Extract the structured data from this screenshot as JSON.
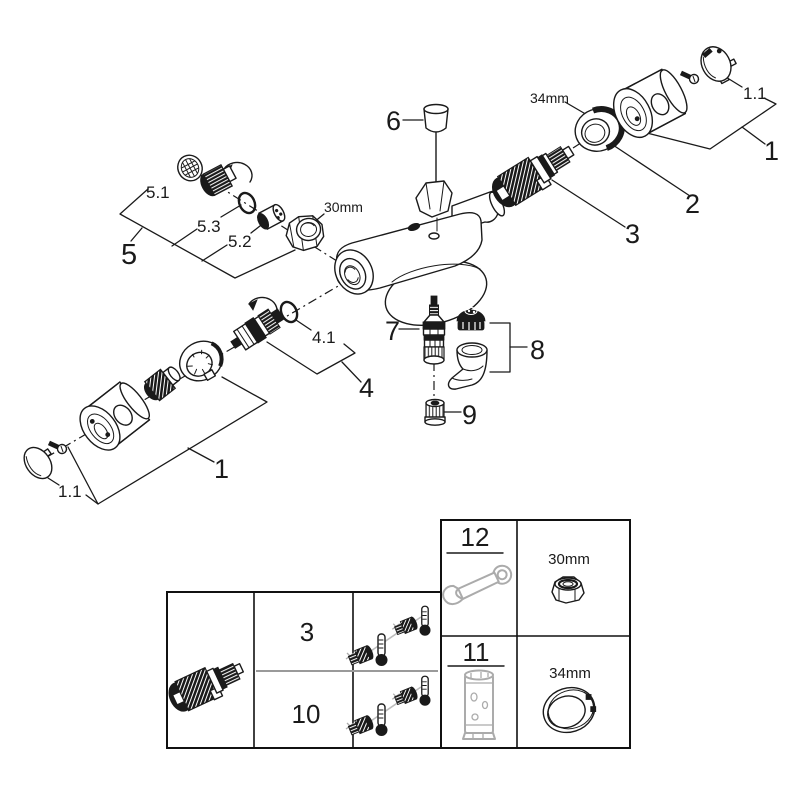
{
  "colors": {
    "line": "#1a1a1a",
    "tool_gray": "#ababab",
    "divider_gray": "#9a9a9a",
    "background": "#ffffff"
  },
  "labels": {
    "l11_top": "1.1",
    "l1_top": "1",
    "l34mm": "34mm",
    "l2": "2",
    "l3": "3",
    "l6": "6",
    "l51": "5.1",
    "l53": "5.3",
    "l52": "5.2",
    "l5": "5",
    "l30mm": "30mm",
    "l41": "4.1",
    "l4": "4",
    "l7": "7",
    "l8": "8",
    "l9": "9",
    "l1_bot": "1",
    "l11_bot": "1.1"
  },
  "table": {
    "cell12": "12",
    "cell11": "11",
    "row3": "3",
    "row10": "10",
    "size30": "30mm",
    "size34": "34mm"
  },
  "icons": {
    "wrench": "open-end-wrench-tool",
    "socket": "socket-tool",
    "nut30": "30mm-nut",
    "ring34": "34mm-ring",
    "cartridge": "thermostatic-cartridge",
    "screw_thermo": "adjustment-screw-with-thermometer"
  }
}
